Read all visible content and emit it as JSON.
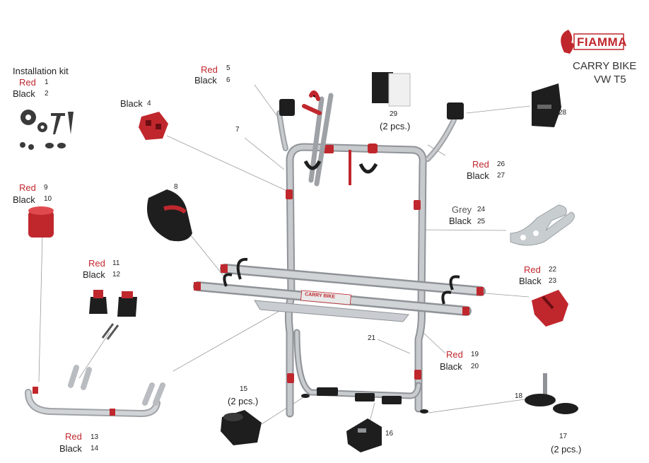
{
  "brand": {
    "name": "FIAMMA",
    "model_line1": "CARRY BIKE",
    "model_line2": "VW T5",
    "rack_sticker": "CARRY BIKE",
    "color": "#c0272d"
  },
  "colors": {
    "red": "#c0272d",
    "rack": "#b9bcc0",
    "dark": "#222222",
    "grey_part": "#c8cdd0"
  },
  "callouts": {
    "installation_kit": "Installation kit",
    "p1": {
      "color": "Red",
      "num": "1"
    },
    "p2": {
      "color": "Black",
      "num": "2"
    },
    "p4": {
      "color": "Black",
      "num": "4"
    },
    "p5": {
      "color": "Red",
      "num": "5"
    },
    "p6": {
      "color": "Black",
      "num": "6"
    },
    "p7": {
      "num": "7"
    },
    "p8": {
      "num": "8"
    },
    "p9": {
      "color": "Red",
      "num": "9"
    },
    "p10": {
      "color": "Black",
      "num": "10"
    },
    "p11": {
      "color": "Red",
      "num": "11"
    },
    "p12": {
      "color": "Black",
      "num": "12"
    },
    "p13": {
      "color": "Red",
      "num": "13"
    },
    "p14": {
      "color": "Black",
      "num": "14"
    },
    "p15": {
      "num": "15",
      "qty": "(2 pcs.)"
    },
    "p16": {
      "num": "16"
    },
    "p17": {
      "num": "17",
      "qty": "(2 pcs.)"
    },
    "p18": {
      "num": "18"
    },
    "p19": {
      "color": "Red",
      "num": "19"
    },
    "p20": {
      "color": "Black",
      "num": "20"
    },
    "p21": {
      "num": "21"
    },
    "p22": {
      "color": "Red",
      "num": "22"
    },
    "p23": {
      "color": "Black",
      "num": "23"
    },
    "p24": {
      "color": "Grey",
      "num": "24"
    },
    "p25": {
      "color": "Black",
      "num": "25"
    },
    "p26": {
      "color": "Red",
      "num": "26"
    },
    "p27": {
      "color": "Black",
      "num": "27"
    },
    "p28": {
      "num": "28"
    },
    "p29": {
      "num": "29",
      "qty": "(2 pcs.)"
    }
  }
}
